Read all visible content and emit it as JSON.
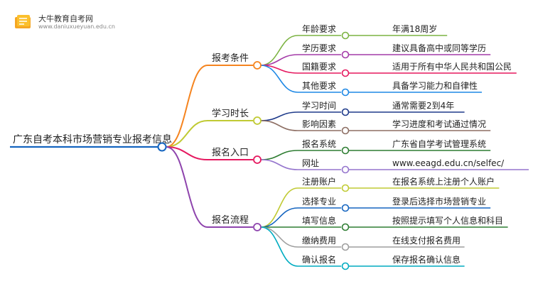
{
  "logo": {
    "name": "大牛教育自考网",
    "url": "www.daniuxueyuan.edu.cn"
  },
  "mindmap": {
    "root": "广东自考本科市场营销专业报考信息",
    "branches": [
      {
        "label": "报考条件",
        "color": "#f5841f",
        "children": [
          {
            "label": "年龄要求",
            "value": "年满18周岁",
            "color": "#7cb342"
          },
          {
            "label": "学历要求",
            "value": "建议具备高中或同等学历",
            "color": "#a43ba8"
          },
          {
            "label": "国籍要求",
            "value": "适用于所有中华人民共和国公民",
            "color": "#e5185f"
          },
          {
            "label": "其他要求",
            "value": "具备学习能力和自律性",
            "color": "#1e88e5"
          }
        ]
      },
      {
        "label": "学习时长",
        "color": "#c0ca33",
        "children": [
          {
            "label": "学习时间",
            "value": "通常需要2到4年",
            "color": "#1e3a8a"
          },
          {
            "label": "影响因素",
            "value": "学习进度和考试通过情况",
            "color": "#8d6e63"
          }
        ]
      },
      {
        "label": "报名入口",
        "color": "#e5185f",
        "children": [
          {
            "label": "报名系统",
            "value": "广东省自学考试管理系统",
            "color": "#2e7d32"
          },
          {
            "label": "网址",
            "value": "www.eeagd.edu.cn/selfec/",
            "color": "#9575cd"
          }
        ]
      },
      {
        "label": "报名流程",
        "color": "#8e44ad",
        "children": [
          {
            "label": "注册账户",
            "value": "在报名系统上注册个人账户",
            "color": "#c0ca33"
          },
          {
            "label": "选择专业",
            "value": "登录后选择市场营销专业",
            "color": "#1565c0"
          },
          {
            "label": "填写信息",
            "value": "按照提示填写个人信息和科目",
            "color": "#2e7d32"
          },
          {
            "label": "缴纳费用",
            "value": "在线支付报名费用",
            "color": "#9e9e9e"
          },
          {
            "label": "确认报名",
            "value": "保存报名确认信息",
            "color": "#00acc1"
          }
        ]
      }
    ]
  }
}
